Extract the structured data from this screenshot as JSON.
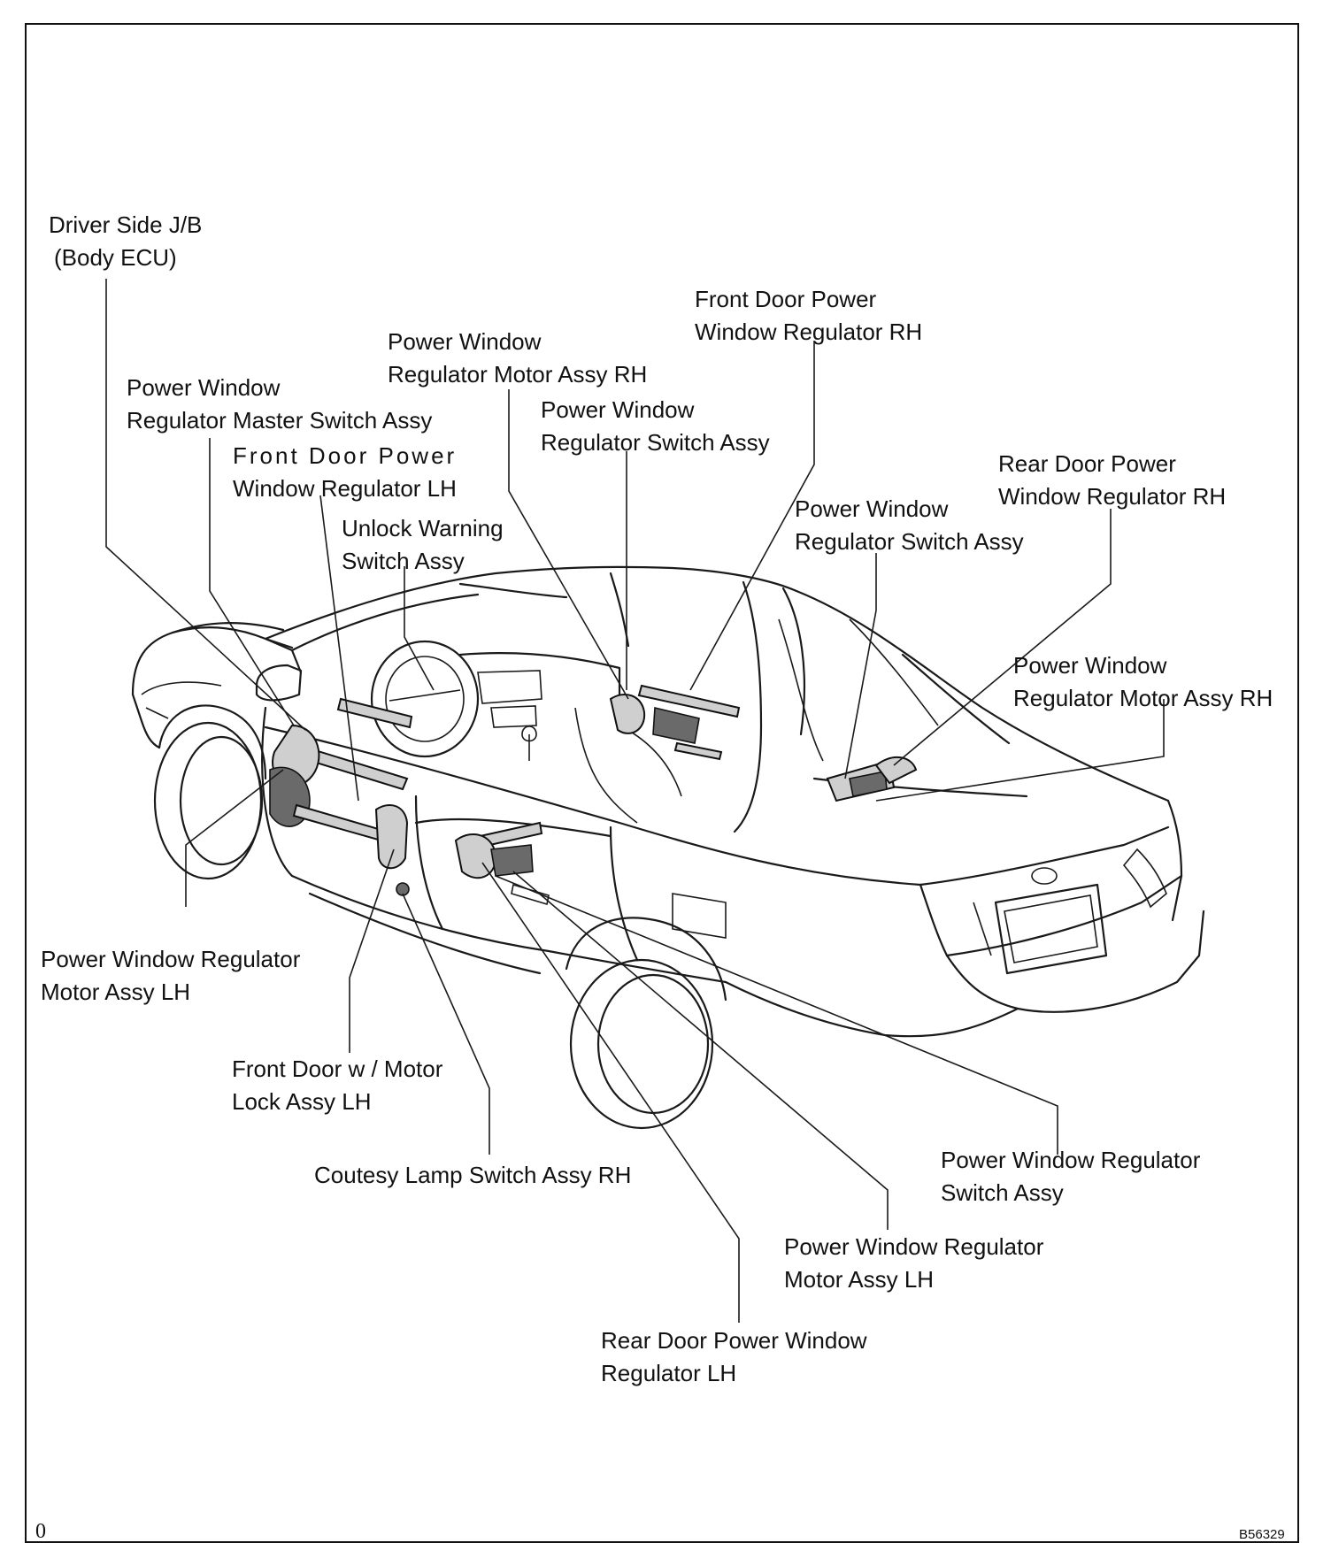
{
  "labels": {
    "driver_side_jb": [
      "Driver Side J/B",
      "(Body ECU)"
    ],
    "pw_master_switch": [
      "Power Window",
      "Regulator Master Switch Assy"
    ],
    "front_door_pw_reg_lh": [
      "Front  Door  Power",
      "Window Regulator LH"
    ],
    "unlock_warning_switch": [
      "Unlock Warning",
      "Switch Assy"
    ],
    "pw_motor_rh_front": [
      "Power Window",
      "Regulator Motor Assy RH"
    ],
    "pw_switch_front_rh": [
      "Power Window",
      "Regulator Switch Assy"
    ],
    "front_door_pw_reg_rh": [
      "Front Door Power",
      "Window Regulator RH"
    ],
    "pw_switch_rear_rh": [
      "Power Window",
      "Regulator Switch Assy"
    ],
    "rear_door_pw_reg_rh": [
      "Rear Door Power",
      "Window Regulator RH"
    ],
    "pw_motor_rh_rear": [
      "Power Window",
      "Regulator Motor Assy RH"
    ],
    "pw_motor_lh_front": [
      "Power Window Regulator",
      "Motor Assy LH"
    ],
    "front_door_motor_lock_lh": [
      "Front Door w / Motor",
      "Lock Assy LH"
    ],
    "courtesy_lamp_switch_rh": [
      "Coutesy Lamp Switch Assy RH"
    ],
    "pw_switch_rear_lh": [
      "Power Window Regulator",
      "Switch Assy"
    ],
    "pw_motor_lh_rear": [
      "Power Window Regulator",
      "Motor Assy LH"
    ],
    "rear_door_pw_reg_lh": [
      "Rear Door Power Window",
      "Regulator LH"
    ]
  },
  "corner_mark": "0",
  "figure_code": "B56329"
}
